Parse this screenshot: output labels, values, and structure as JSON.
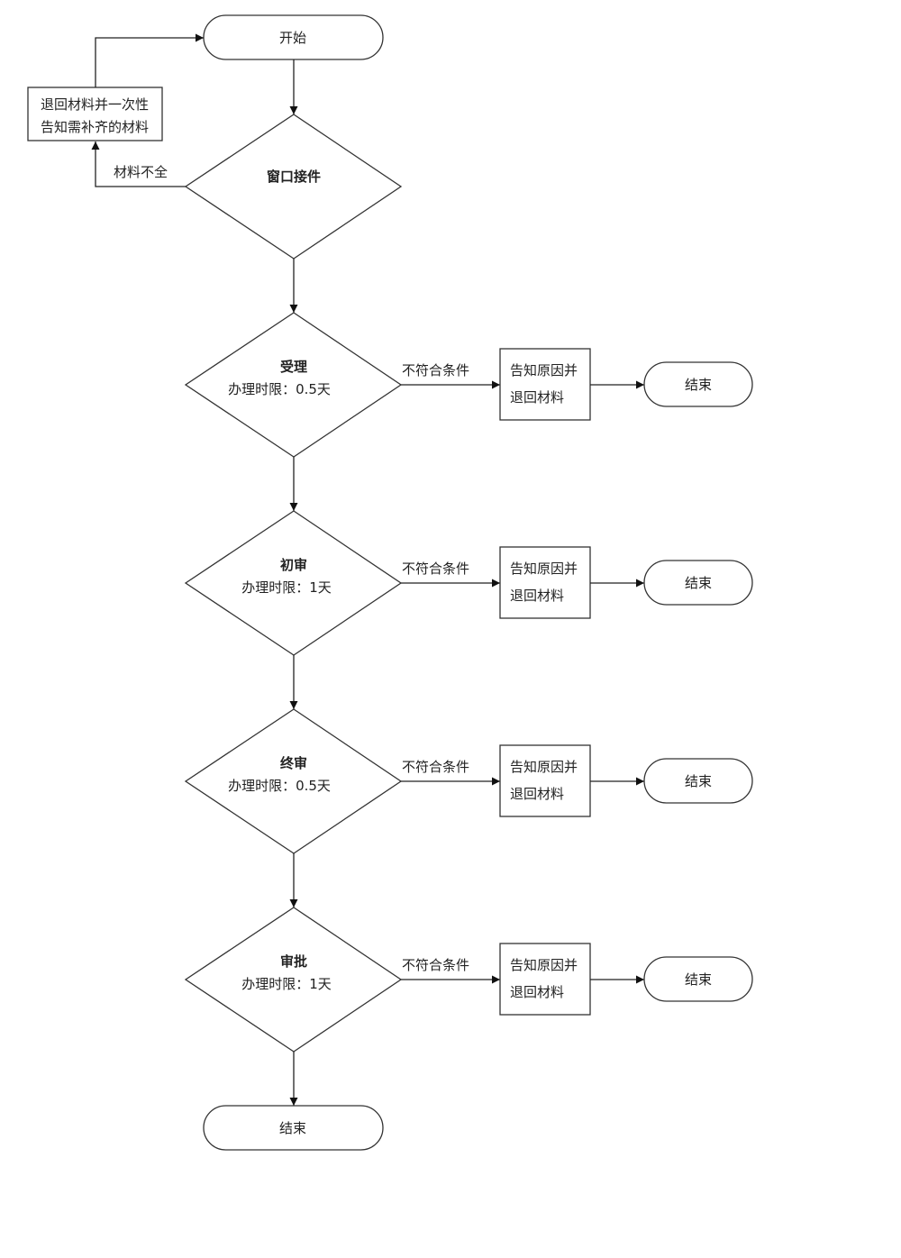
{
  "start": {
    "label": "开始"
  },
  "intake": {
    "title": "窗口接件",
    "incomplete_label": "材料不全",
    "return_box": [
      "退回材料并一次性",
      "告知需补齐的材料"
    ]
  },
  "steps": [
    {
      "title": "受理",
      "time_limit": "办理时限：0.5天",
      "reject_label": "不符合条件",
      "reject_box": [
        "告知原因并",
        "退回材料"
      ],
      "end_label": "结束"
    },
    {
      "title": "初审",
      "time_limit": "办理时限：1天",
      "reject_label": "不符合条件",
      "reject_box": [
        "告知原因并",
        "退回材料"
      ],
      "end_label": "结束"
    },
    {
      "title": "终审",
      "time_limit": "办理时限：0.5天",
      "reject_label": "不符合条件",
      "reject_box": [
        "告知原因并",
        "退回材料"
      ],
      "end_label": "结束"
    },
    {
      "title": "审批",
      "time_limit": "办理时限：1天",
      "reject_label": "不符合条件",
      "reject_box": [
        "告知原因并",
        "退回材料"
      ],
      "end_label": "结束"
    }
  ],
  "final_end": {
    "label": "结束"
  }
}
